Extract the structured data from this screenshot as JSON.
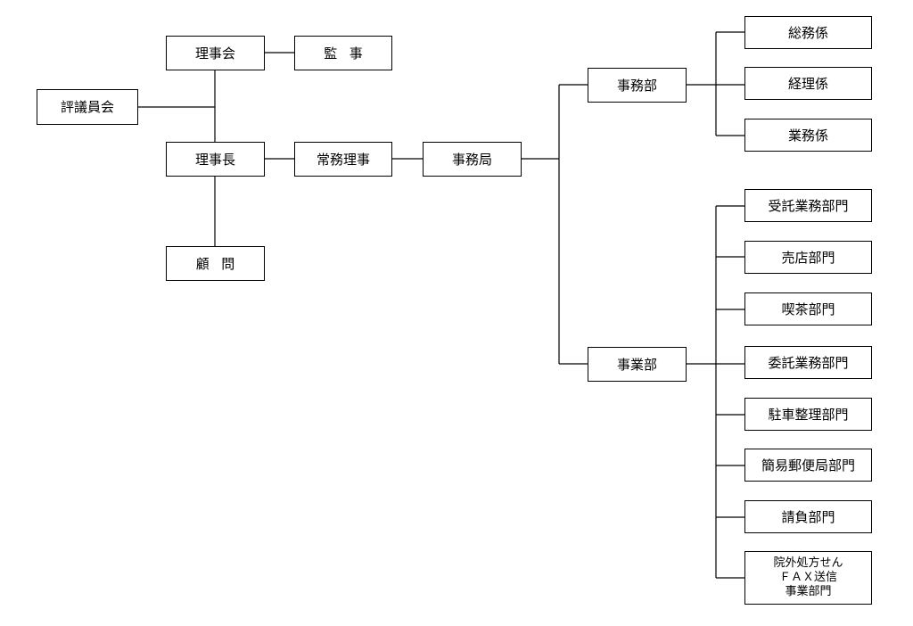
{
  "org_chart": {
    "hyogiinkai": "評議員会",
    "rijikai": "理事会",
    "kanji": "監事",
    "rijicho": "理事長",
    "jomuriji": "常務理事",
    "jimukyoku": "事務局",
    "komon": "顧問",
    "jimubu": {
      "label": "事務部",
      "units": [
        "総務係",
        "経理係",
        "業務係"
      ]
    },
    "jigyobu": {
      "label": "事業部",
      "units": [
        "受託業務部門",
        "売店部門",
        "喫茶部門",
        "委託業務部門",
        "駐車整理部門",
        "簡易郵便局部門",
        "請負部門"
      ],
      "fax_unit": [
        "院外処方せん",
        "ＦＡＸ送信",
        "事業部門"
      ]
    }
  }
}
